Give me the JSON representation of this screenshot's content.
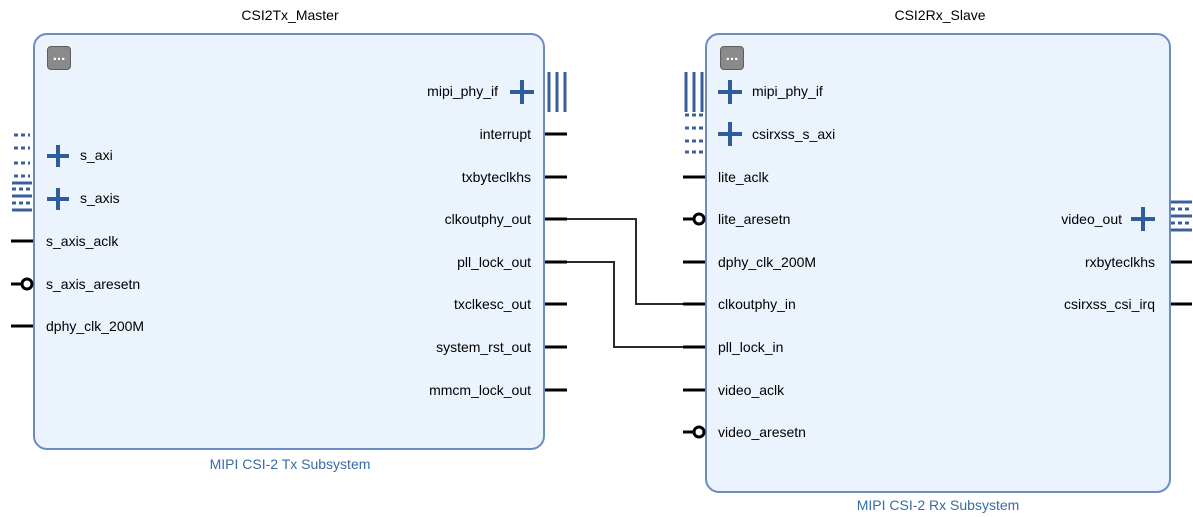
{
  "blocks": {
    "tx": {
      "title": "CSI2Tx_Master",
      "subtitle": "MIPI CSI-2 Tx Subsystem",
      "menu_label": "...",
      "left_ports": [
        {
          "name": "s_axi",
          "kind": "bus"
        },
        {
          "name": "s_axis",
          "kind": "bus"
        },
        {
          "name": "s_axis_aclk",
          "kind": "pin"
        },
        {
          "name": "s_axis_aresetn",
          "kind": "reset"
        },
        {
          "name": "dphy_clk_200M",
          "kind": "pin"
        }
      ],
      "right_ports": [
        {
          "name": "mipi_phy_if",
          "kind": "bus"
        },
        {
          "name": "interrupt",
          "kind": "pin"
        },
        {
          "name": "txbyteclkhs",
          "kind": "pin"
        },
        {
          "name": "clkoutphy_out",
          "kind": "pin"
        },
        {
          "name": "pll_lock_out",
          "kind": "pin"
        },
        {
          "name": "txclkesc_out",
          "kind": "pin"
        },
        {
          "name": "system_rst_out",
          "kind": "pin"
        },
        {
          "name": "mmcm_lock_out",
          "kind": "pin"
        }
      ]
    },
    "rx": {
      "title": "CSI2Rx_Slave",
      "subtitle": "MIPI CSI-2 Rx Subsystem",
      "menu_label": "...",
      "left_ports": [
        {
          "name": "mipi_phy_if",
          "kind": "bus"
        },
        {
          "name": "csirxss_s_axi",
          "kind": "bus"
        },
        {
          "name": "lite_aclk",
          "kind": "pin"
        },
        {
          "name": "lite_aresetn",
          "kind": "reset"
        },
        {
          "name": "dphy_clk_200M",
          "kind": "pin"
        },
        {
          "name": "clkoutphy_in",
          "kind": "pin"
        },
        {
          "name": "pll_lock_in",
          "kind": "pin"
        },
        {
          "name": "video_aclk",
          "kind": "pin"
        },
        {
          "name": "video_aresetn",
          "kind": "reset"
        }
      ],
      "right_ports": [
        {
          "name": "video_out",
          "kind": "bus"
        },
        {
          "name": "rxbyteclkhs",
          "kind": "pin"
        },
        {
          "name": "csirxss_csi_irq",
          "kind": "pin"
        }
      ]
    }
  },
  "connections": [
    {
      "from": "CSI2Tx_Master/clkoutphy_out",
      "to": "CSI2Rx_Slave/clkoutphy_in"
    },
    {
      "from": "CSI2Tx_Master/pll_lock_out",
      "to": "CSI2Rx_Slave/pll_lock_in"
    }
  ],
  "colors": {
    "block_fill": "#ebf3fc",
    "block_border": "#6b8cc3",
    "pin": "#000000",
    "bus": "#3a5f9a",
    "wire": "#2b2b2b",
    "subtitle": "#3a6aa6"
  }
}
